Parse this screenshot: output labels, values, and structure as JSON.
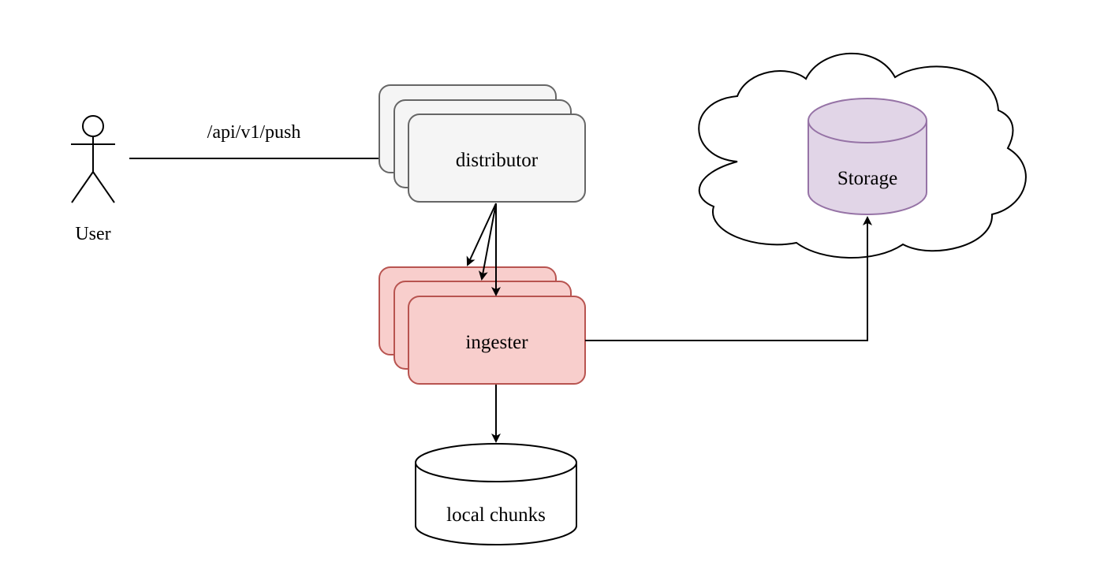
{
  "diagram": {
    "user": {
      "label": "User",
      "icon": "person-icon"
    },
    "push_edge": {
      "label": "/api/v1/push"
    },
    "distributor": {
      "label": "distributor",
      "fill": "#f5f5f5",
      "stroke": "#666666"
    },
    "ingester": {
      "label": "ingester",
      "fill": "#f8cecc",
      "stroke": "#b85450"
    },
    "local_chunks": {
      "label": "local chunks"
    },
    "storage": {
      "label": "Storage",
      "fill": "#e1d5e7",
      "stroke": "#9673a6",
      "container": "cloud-icon"
    }
  }
}
